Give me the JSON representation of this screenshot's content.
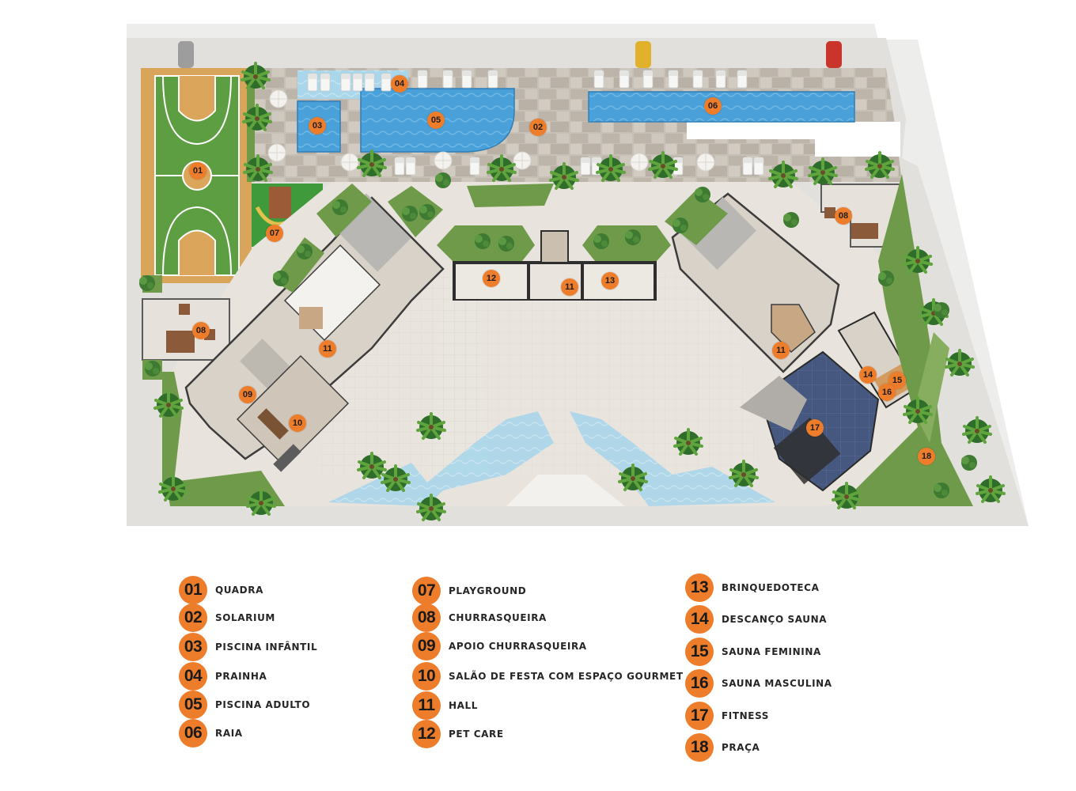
{
  "colors": {
    "accent": "#ee7d2b",
    "deck": "#c9c2b8",
    "court": "#6aa84f",
    "court_border": "#d8a45a",
    "pool": "#4fa3d9",
    "grass": "#6e9a4a",
    "plaza": "#e6e0d8",
    "fitness_floor": "#3f4f7a"
  },
  "plan_markers": {
    "m01": "01",
    "m02": "02",
    "m03": "03",
    "m04": "04",
    "m05": "05",
    "m06": "06",
    "m07": "07",
    "m08a": "08",
    "m08b": "08",
    "m09": "09",
    "m10": "10",
    "m11a": "11",
    "m11b": "11",
    "m11c": "11",
    "m12": "12",
    "m13": "13",
    "m14": "14",
    "m15": "15",
    "m16": "16",
    "m17": "17",
    "m18": "18"
  },
  "legend": [
    {
      "num": "01",
      "label": "QUADRA"
    },
    {
      "num": "02",
      "label": "SOLARIUM"
    },
    {
      "num": "03",
      "label": "PISCINA INFÂNTIL"
    },
    {
      "num": "04",
      "label": "PRAINHA"
    },
    {
      "num": "05",
      "label": "PISCINA ADULTO"
    },
    {
      "num": "06",
      "label": "RAIA"
    },
    {
      "num": "07",
      "label": "PLAYGROUND"
    },
    {
      "num": "08",
      "label": "CHURRASQUEIRA"
    },
    {
      "num": "09",
      "label": "APOIO CHURRASQUEIRA"
    },
    {
      "num": "10",
      "label": "SALÃO DE FESTA COM ESPAÇO GOURMET"
    },
    {
      "num": "11",
      "label": "HALL"
    },
    {
      "num": "12",
      "label": "PET CARE"
    },
    {
      "num": "13",
      "label": "BRINQUEDOTECA"
    },
    {
      "num": "14",
      "label": "DESCANÇO SAUNA"
    },
    {
      "num": "15",
      "label": "SAUNA FEMININA"
    },
    {
      "num": "16",
      "label": "SAUNA MASCULINA"
    },
    {
      "num": "17",
      "label": "FITNESS"
    },
    {
      "num": "18",
      "label": "PRAÇA"
    }
  ]
}
